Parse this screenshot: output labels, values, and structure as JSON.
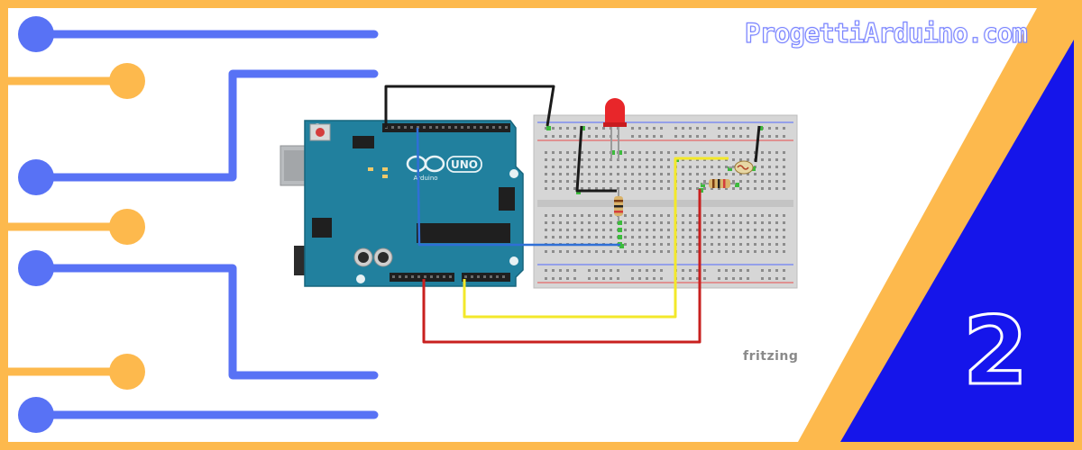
{
  "brand": {
    "text": "ProgettiArduino.com"
  },
  "board": {
    "model": "UNO",
    "maker": "Arduino"
  },
  "diagram": {
    "credit": "fritzing"
  },
  "badge": {
    "number": "2"
  },
  "colors": {
    "frame": "#fdb94d",
    "circuit_blue": "#5872f5",
    "circuit_orange": "#fdb94d",
    "triangle": "#1515ea",
    "board": "#21809e",
    "wire_black": "#1a1a1a",
    "wire_blue": "#2f6fd6",
    "wire_yellow": "#f3e82a",
    "wire_red": "#c8201f",
    "led": "#e8262a"
  }
}
